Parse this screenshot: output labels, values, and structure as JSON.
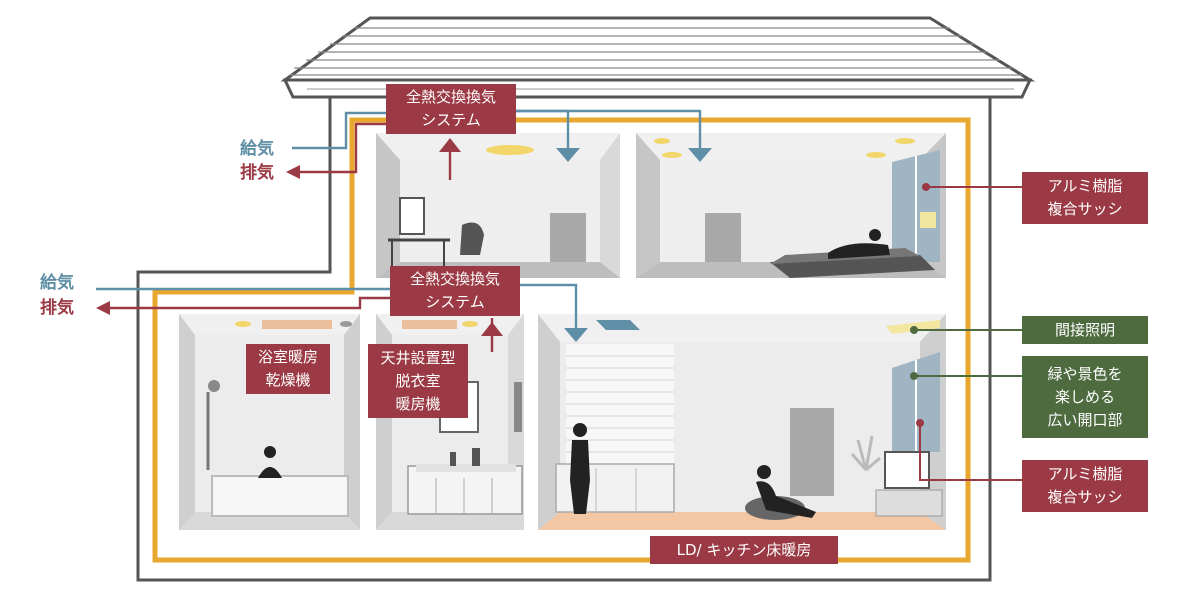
{
  "ventilation_upper": {
    "line1": "全熱交換換気",
    "line2": "システム",
    "supply": "給気",
    "exhaust": "排気"
  },
  "ventilation_lower": {
    "line1": "全熱交換換気",
    "line2": "システム",
    "supply": "給気",
    "exhaust": "排気"
  },
  "bath_heater": {
    "line1": "浴室暖房",
    "line2": "乾燥機"
  },
  "dressing_heater": {
    "line1": "天井設置型",
    "line2": "脱衣室",
    "line3": "暖房機"
  },
  "floor_heating": {
    "label": "LD/ キッチン床暖房"
  },
  "sash_upper": {
    "line1": "アルミ樹脂",
    "line2": "複合サッシ"
  },
  "indirect_light": {
    "label": "間接照明"
  },
  "opening": {
    "line1": "緑や景色を",
    "line2": "楽しめる",
    "line3": "広い開口部"
  },
  "sash_lower": {
    "line1": "アルミ樹脂",
    "line2": "複合サッシ"
  },
  "colors": {
    "supply_blue": "#5f8fa6",
    "exhaust_red": "#9b3a44",
    "heat_orange": "#e8a82f",
    "label_green": "#4d6b3f"
  }
}
